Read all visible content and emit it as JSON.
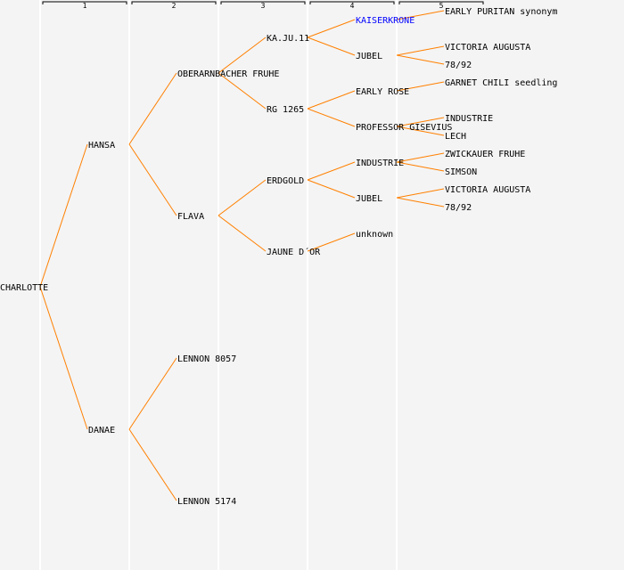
{
  "generations": [
    "1",
    "2",
    "3",
    "4",
    "5"
  ],
  "colors": {
    "background": "#f4f4f4",
    "edge": "#ff8000",
    "text": "#000000",
    "link": "#0000ff",
    "guide": "#ffffff"
  },
  "pedigree": {
    "name": "CHARLOTTE",
    "parents": [
      {
        "name": "HANSA",
        "parents": [
          {
            "name": "OBERARNBACHER FRUHE",
            "parents": [
              {
                "name": "KA.JU.11",
                "parents": [
                  {
                    "name": "KAISERKRONE",
                    "link": true,
                    "parents": [
                      {
                        "name": "EARLY PURITAN synonym"
                      },
                      null
                    ]
                  },
                  {
                    "name": "JUBEL",
                    "parents": [
                      {
                        "name": "VICTORIA AUGUSTA"
                      },
                      {
                        "name": "78/92"
                      }
                    ]
                  }
                ]
              },
              {
                "name": "RG 1265",
                "parents": [
                  {
                    "name": "EARLY ROSE",
                    "parents": [
                      {
                        "name": "GARNET CHILI seedling"
                      },
                      null
                    ]
                  },
                  {
                    "name": "PROFESSOR GISEVIUS",
                    "parents": [
                      {
                        "name": "INDUSTRIE"
                      },
                      {
                        "name": "LECH"
                      }
                    ]
                  }
                ]
              }
            ]
          },
          {
            "name": "FLAVA",
            "parents": [
              {
                "name": "ERDGOLD",
                "parents": [
                  {
                    "name": "INDUSTRIE",
                    "parents": [
                      {
                        "name": "ZWICKAUER FRUHE"
                      },
                      {
                        "name": "SIMSON"
                      }
                    ]
                  },
                  {
                    "name": "JUBEL",
                    "parents": [
                      {
                        "name": "VICTORIA AUGUSTA"
                      },
                      {
                        "name": "78/92"
                      }
                    ]
                  }
                ]
              },
              {
                "name": "JAUNE D´OR",
                "parents": [
                  {
                    "name": "unknown"
                  },
                  null
                ]
              }
            ]
          }
        ]
      },
      {
        "name": "DANAE",
        "parents": [
          {
            "name": "LENNON 8057"
          },
          {
            "name": "LENNON 5174"
          }
        ]
      }
    ]
  }
}
